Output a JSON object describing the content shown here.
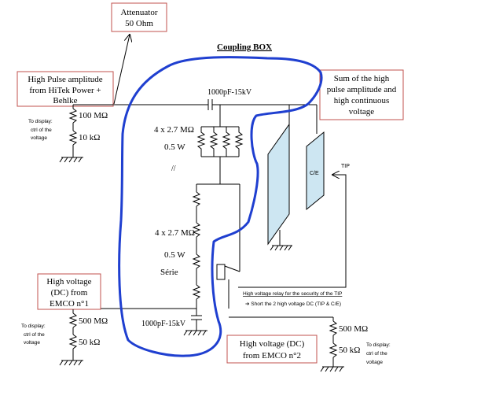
{
  "labels": {
    "attenuator_1": "Attenuator",
    "attenuator_2": "50 Ohm",
    "coupling_box": "Coupling BOX",
    "hp_source_1": "High Pulse amplitude",
    "hp_source_2": "from HiTek Power +",
    "hp_source_3": "Behlke",
    "sum_1": "Sum of the high",
    "sum_2": "pulse amplitude and",
    "sum_3": "high continuous",
    "sum_4": "voltage",
    "cap_top": "1000pF-15kV",
    "cap_bottom": "1000pF-15kV",
    "res_top_value": "4 x 2.7 MΩ",
    "res_top_power": "0.5 W",
    "parallel_mark": "//",
    "res_mid_value": "4 x 2.7 MΩ",
    "res_mid_power": "0.5 W",
    "serie": "Série",
    "r100m": "100 MΩ",
    "r10k": "10 kΩ",
    "r500m_left": "500 MΩ",
    "r50k_left": "50 kΩ",
    "r500m_right": "500 MΩ",
    "r50k_right": "50 kΩ",
    "display_1_a": "To display:",
    "display_1_b": "ctrl of the",
    "display_1_c": "voltage",
    "display_2_a": "To display:",
    "display_2_b": "ctrl of the",
    "display_2_c": "voltage",
    "display_3_a": "To display:",
    "display_3_b": "ctrl of the",
    "display_3_c": "voltage",
    "hv1_1": "High voltage",
    "hv1_2": "(DC) from",
    "hv1_3": "EMCO n°1",
    "hv2_1": "High voltage (DC)",
    "hv2_2": "from EMCO n°2",
    "relay_1": "High voltage relay for the security of the TIP",
    "relay_2": "➔ Short the 2 high voltage DC (TIP & C/E)",
    "ce": "C/E",
    "tip": "TIP"
  },
  "colors": {
    "outline": "#1f3fd0",
    "box_border": "#c0504d",
    "plate_fill": "#cde6f2"
  }
}
